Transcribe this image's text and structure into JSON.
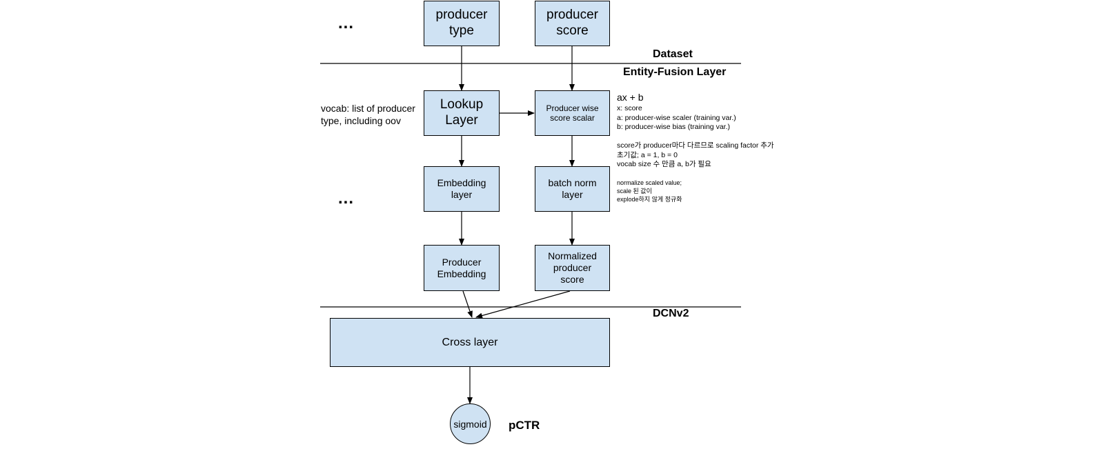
{
  "sections": {
    "dataset": "Dataset",
    "entity_fusion": "Entity-Fusion Layer",
    "dcnv2": "DCNv2"
  },
  "ellipsis": [
    "...",
    "..."
  ],
  "nodes": {
    "producer_type": [
      "producer",
      "type"
    ],
    "producer_score": [
      "producer",
      "score"
    ],
    "lookup_layer": [
      "Lookup",
      "Layer"
    ],
    "producer_wise_scalar": [
      "Producer wise",
      "score scalar"
    ],
    "embedding_layer": [
      "Embedding",
      "layer"
    ],
    "batch_norm_layer": [
      "batch norm",
      "layer"
    ],
    "producer_embedding": [
      "Producer",
      "Embedding"
    ],
    "normalized_producer_score": [
      "Normalized",
      "producer",
      "score"
    ],
    "cross_layer": "Cross layer",
    "sigmoid": "sigmoid"
  },
  "output_label": "pCTR",
  "notes": {
    "vocab": [
      "vocab: list of producer",
      "type, including oov"
    ],
    "formula": "ax + b",
    "formula_vars": [
      "x: score",
      "a: producer-wise scaler (training var.)",
      "b: producer-wise bias (training var.)"
    ],
    "scaling": [
      "score가 producer마다 다르므로 scaling factor 추가",
      "초기값; a = 1, b = 0",
      "vocab size 수 만큼 a, b가 필요"
    ],
    "normalize": [
      "normalize scaled value;",
      "scale 된 값이",
      "explode하지 않게 정규화"
    ]
  }
}
